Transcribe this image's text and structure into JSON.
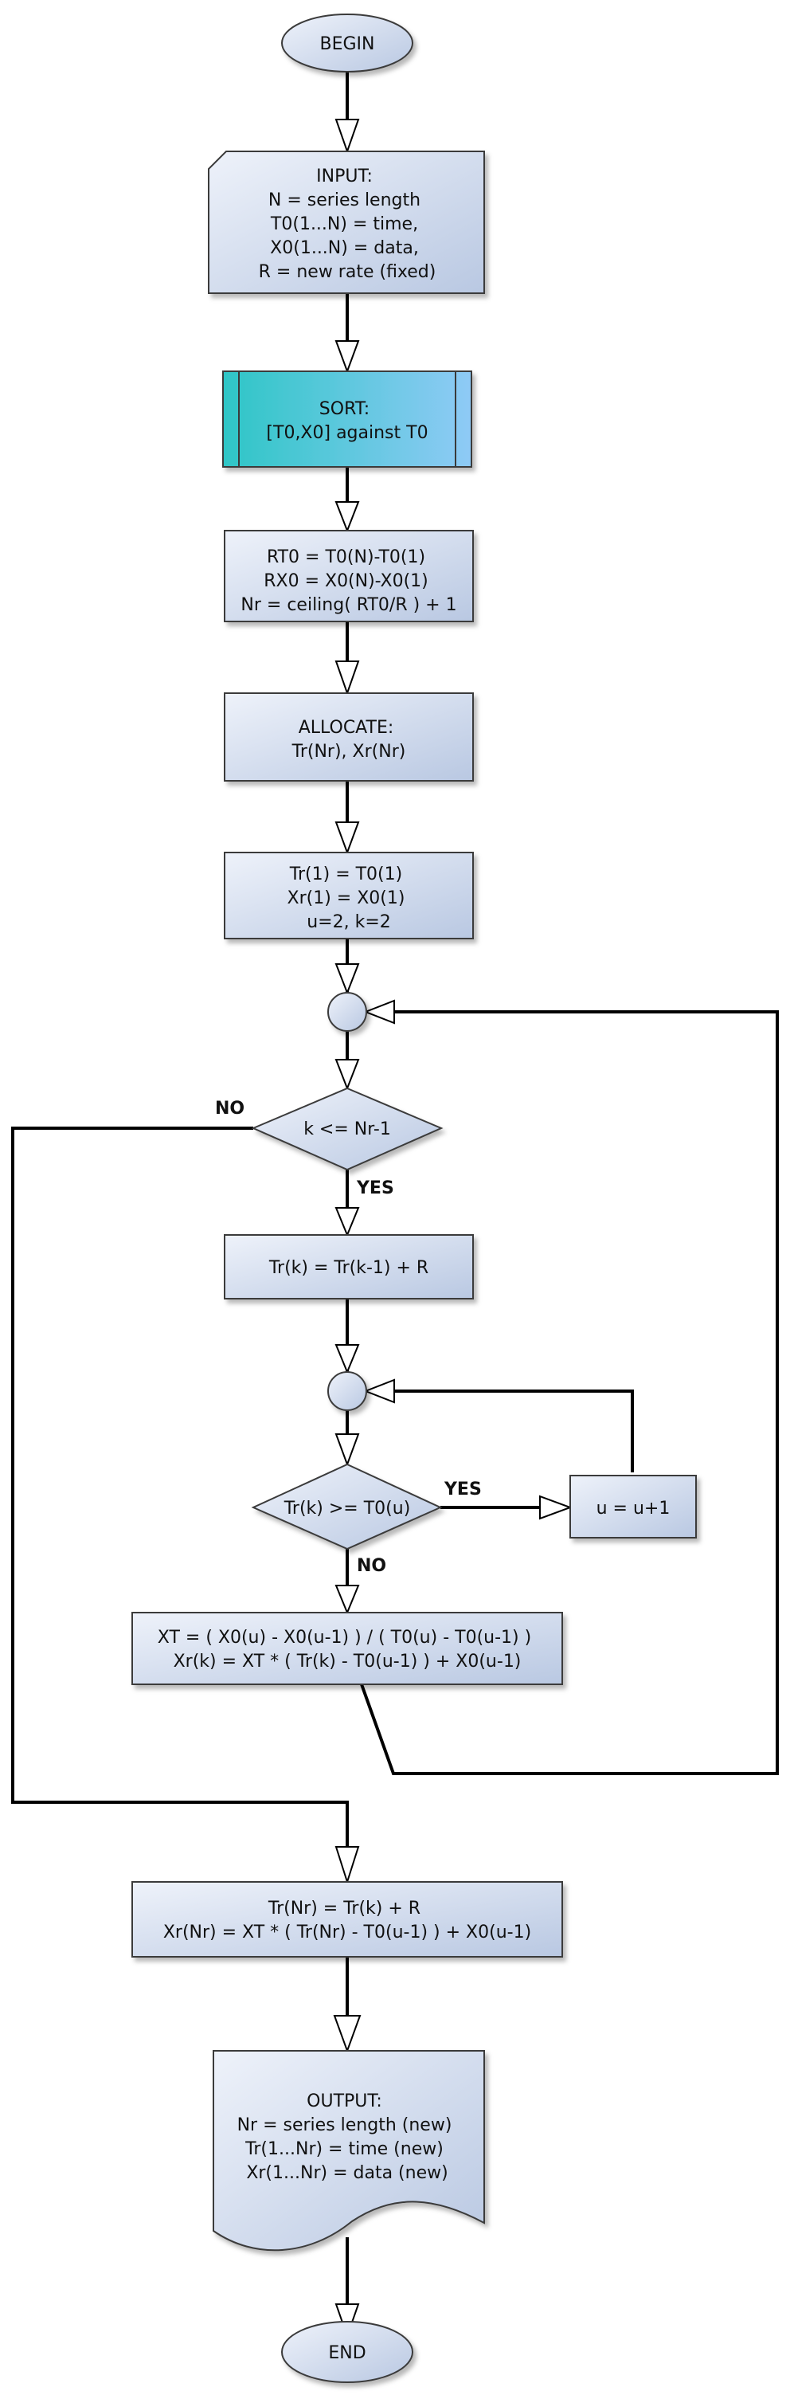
{
  "nodes": {
    "begin": "BEGIN",
    "input": [
      "INPUT:",
      "N = series length",
      "T0(1...N) = time,",
      "X0(1...N) = data,",
      "R = new rate (fixed)"
    ],
    "sort": [
      "SORT:",
      "[T0,X0] against T0"
    ],
    "ranges": [
      "RT0 = T0(N)-T0(1)",
      "RX0 = X0(N)-X0(1)",
      "Nr = ceiling( RT0/R ) + 1"
    ],
    "allocate": [
      "ALLOCATE:",
      "Tr(Nr), Xr(Nr)"
    ],
    "init": [
      "Tr(1) = T0(1)",
      "Xr(1) = X0(1)",
      "u=2, k=2"
    ],
    "cond_k": "k <= Nr-1",
    "step_t": "Tr(k) = Tr(k-1) + R",
    "cond_t": "Tr(k) >= T0(u)",
    "inc_u": "u = u+1",
    "interp": [
      "XT = ( X0(u) - X0(u-1) ) / ( T0(u) - T0(u-1) )",
      "Xr(k) = XT * ( Tr(k) - T0(u-1) ) + X0(u-1)"
    ],
    "final": [
      "Tr(Nr) = Tr(k) + R",
      "Xr(Nr) = XT * ( Tr(Nr) - T0(u-1) ) + X0(u-1)"
    ],
    "output": [
      "OUTPUT:",
      "Nr = series length (new)",
      "Tr(1...Nr) = time (new)",
      "Xr(1...Nr) = data (new)"
    ],
    "end": "END"
  },
  "edge_labels": {
    "no_outer": "NO",
    "yes_outer": "YES",
    "yes_inner": "YES",
    "no_inner": "NO"
  },
  "colors": {
    "box_light": "#eef2fa",
    "box_dark": "#b9c8e2",
    "sort_left": "#2ec6c6",
    "sort_right": "#8fcaf6",
    "stroke": "#3a3a3a",
    "edge": "#000000"
  }
}
